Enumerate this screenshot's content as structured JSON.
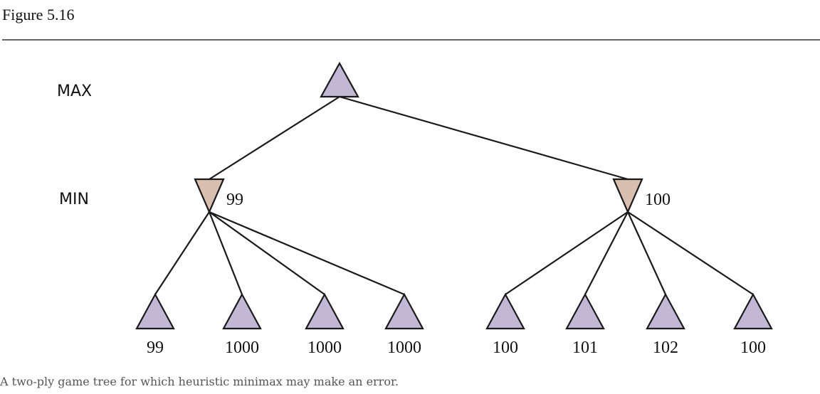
{
  "figure_title": "Figure 5.16",
  "caption": "A two-ply game tree for which heuristic minimax may make an error.",
  "levels": {
    "max": "MAX",
    "min": "MIN"
  },
  "colors": {
    "max_fill": "#c2b8d6",
    "min_fill": "#d9bfb0",
    "edge": "#1a1a1a"
  },
  "min_nodes": [
    {
      "value": "99",
      "leaves": [
        "99",
        "1000",
        "1000",
        "1000"
      ]
    },
    {
      "value": "100",
      "leaves": [
        "100",
        "101",
        "102",
        "100"
      ]
    }
  ]
}
